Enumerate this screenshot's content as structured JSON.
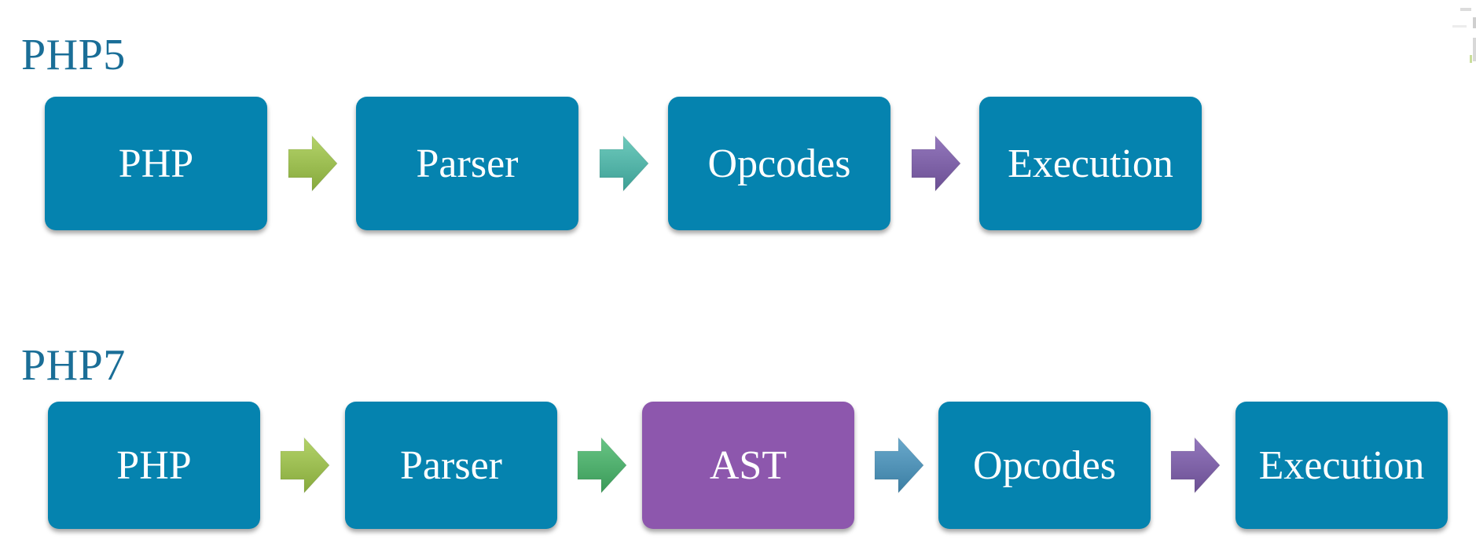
{
  "rows": {
    "php5": {
      "title": "PHP5",
      "boxes": [
        {
          "label": "PHP",
          "color": "#0583af"
        },
        {
          "label": "Parser",
          "color": "#0583af"
        },
        {
          "label": "Opcodes",
          "color": "#0583af"
        },
        {
          "label": "Execution",
          "color": "#0583af"
        }
      ],
      "arrows": [
        {
          "color": "#9bbb4f"
        },
        {
          "color": "#4fb3a7"
        },
        {
          "color": "#7e5fa6"
        }
      ]
    },
    "php7": {
      "title": "PHP7",
      "boxes": [
        {
          "label": "PHP",
          "color": "#0583af"
        },
        {
          "label": "Parser",
          "color": "#0583af"
        },
        {
          "label": "AST",
          "color": "#8d57ad"
        },
        {
          "label": "Opcodes",
          "color": "#0583af"
        },
        {
          "label": "Execution",
          "color": "#0583af"
        }
      ],
      "arrows": [
        {
          "color": "#9bbb4f"
        },
        {
          "color": "#4cae6a"
        },
        {
          "color": "#4a8fb4"
        },
        {
          "color": "#7e5fa6"
        }
      ]
    }
  },
  "colors": {
    "title": "#1a6e97",
    "box_teal": "#0583af",
    "box_purple": "#8d57ad"
  }
}
